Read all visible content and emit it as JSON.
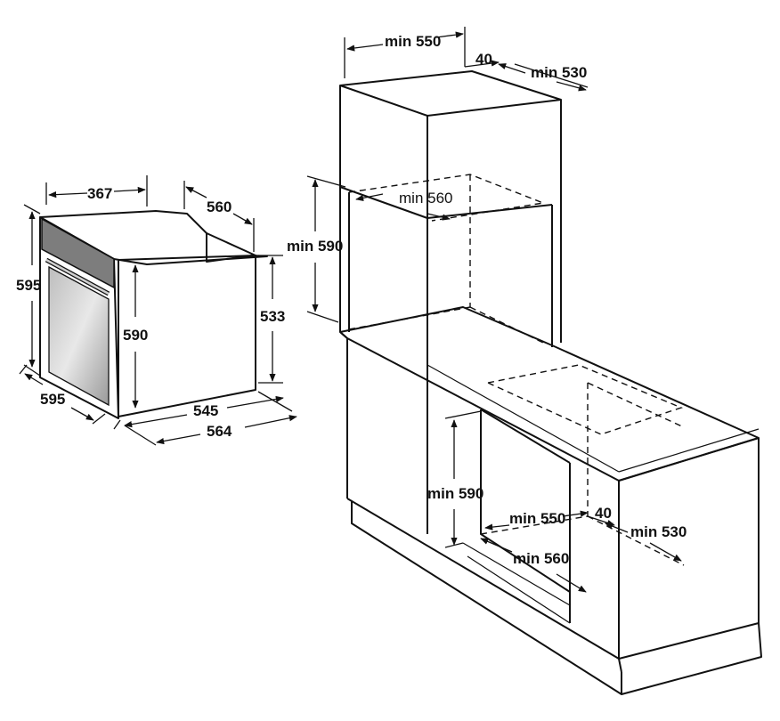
{
  "diagram": {
    "oven_dimensions": {
      "front_width": "367",
      "depth_top": "560",
      "height_left": "595",
      "body_height": "590",
      "side_height": "533",
      "width_bottom": "595",
      "depth_bottom_inner": "545",
      "depth_bottom_total": "564"
    },
    "tall_cabinet": {
      "top_width": "min 550",
      "ventilation_gap": "40",
      "top_depth": "min 530",
      "niche_depth": "min 560",
      "niche_height": "min 590"
    },
    "under_counter": {
      "niche_height": "min 590",
      "niche_width": "min 550",
      "ventilation_gap": "40",
      "niche_depth_side": "min 530",
      "niche_depth": "min 560"
    }
  },
  "colors": {
    "line": "#111111",
    "oven_fill": "#d9d9d9",
    "oven_glass": "#a9a9a9",
    "panel_fill": "#7d7d7d",
    "background": "#ffffff"
  }
}
